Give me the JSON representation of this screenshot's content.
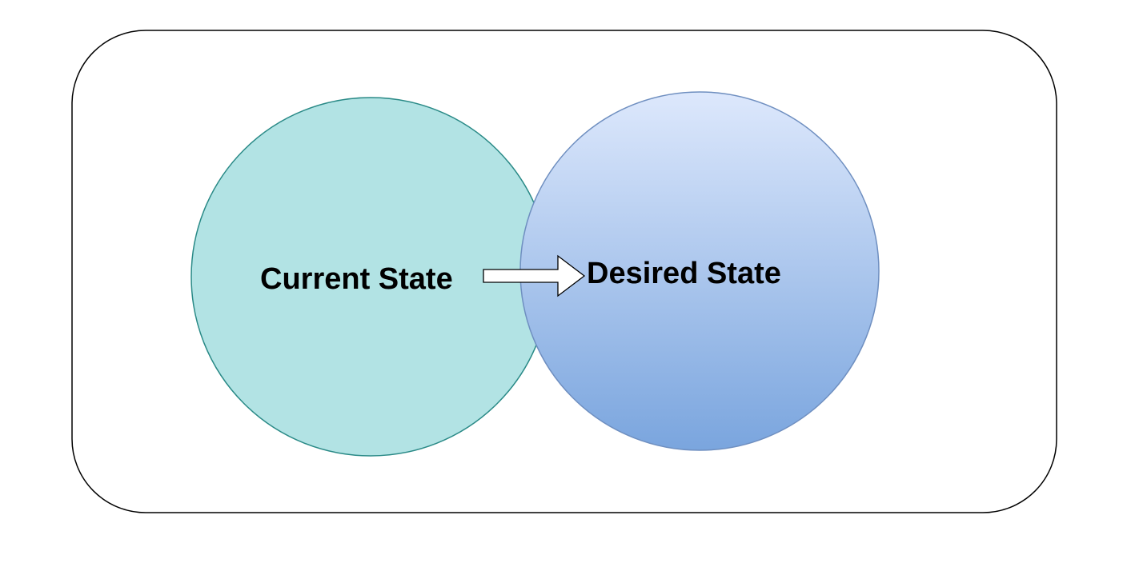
{
  "diagram": {
    "current_state": {
      "label": "Current State",
      "fill": "#b2e3e4",
      "stroke": "#2a8a87"
    },
    "desired_state": {
      "label": "Desired State",
      "fill_top": "#dde8fc",
      "fill_bottom": "#7aa5de",
      "stroke": "#6f8fc0"
    },
    "transition_arrow": {
      "direction": "current-to-desired"
    },
    "frame": {
      "stroke": "#000000"
    }
  }
}
